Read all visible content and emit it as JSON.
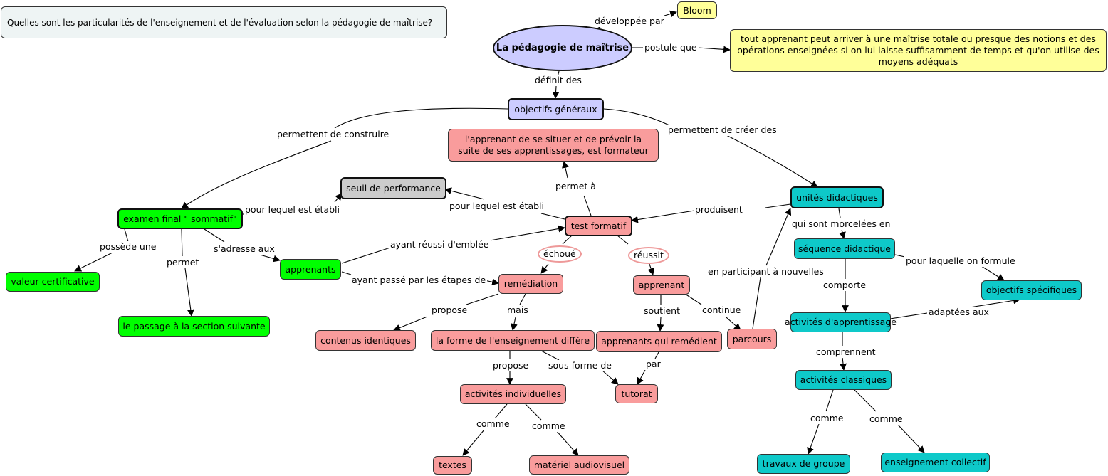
{
  "question": "Quelles sont les particularités de l'enseignement et de l'évaluation selon la pédagogie de maîtrise?",
  "nodes": {
    "pedagogie": "La pédagogie de maîtrise",
    "bloom": "Bloom",
    "postulat": "tout apprenant peut arriver à une maîtrise totale ou presque des notions et des opérations enseignées si on lui laisse suffisamment de temps et qu'on utilise des moyens adéquats",
    "objectifs_generaux": "objectifs généraux",
    "apprenant_situer": "l'apprenant de se situer et de prévoir la suite de ses apprentissages, est formateur",
    "seuil": "seuil de performance",
    "examen_final": "examen final \" sommatif\"",
    "valeur": "valeur certificative",
    "passage": "le passage à la section suivante",
    "apprenants": "apprenants",
    "test_formatif": "test formatif",
    "remediation": "remédiation",
    "apprenant": "apprenant",
    "contenus": "contenus identiques",
    "forme": "la forme de l'enseignement diffère",
    "apprenants_remedient": "apprenants qui remédient",
    "parcours": "parcours",
    "activites_indiv": "activités individuelles",
    "tutorat": "tutorat",
    "textes": "textes",
    "materiel": "matériel audiovisuel",
    "unites": "unités didactiques",
    "sequence": "séquence didactique",
    "obj_specifiques": "objectifs spécifiques",
    "activites_app": "activités d'apprentissage",
    "activites_classiques": "activités classiques",
    "travaux": "travaux de groupe",
    "enseignement_collectif": "enseignement collectif"
  },
  "links": {
    "developpee_par": "développée par",
    "postule_que": "postule que",
    "definit_des": "définit des",
    "permettent_construire": "permettent de construire",
    "permettent_creer": "permettent de créer des",
    "permet_a": "permet à",
    "pour_lequel_1": "pour lequel est établi",
    "pour_lequel_2": "pour lequel est établi",
    "produisent": "produisent",
    "possede_une": "possède une",
    "permet": "permet",
    "s_adresse_aux": "s'adresse aux",
    "ayant_reussi": "ayant réussi d'emblée",
    "ayant_passe": "ayant passé par les étapes de",
    "echoue": "échoué",
    "reussit": "réussit",
    "propose_1": "propose",
    "mais": "mais",
    "soutient": "soutient",
    "continue": "continue",
    "propose_2": "propose",
    "sous_forme_de": "sous forme de",
    "par": "par",
    "comme_1": "comme",
    "comme_2": "comme",
    "en_participant": "en participant à nouvelles",
    "qui_sont_morcelees": "qui sont morcelées en",
    "pour_laquelle": "pour laquelle on formule",
    "comporte": "comporte",
    "adaptees_aux": "adaptées aux",
    "comprennent": "comprennent",
    "comme_3": "comme",
    "comme_4": "comme"
  },
  "colors": {
    "pink": "#f99c9c",
    "green": "#00ff00",
    "teal": "#0ec9c9",
    "lavender": "#ccccff",
    "yellow": "#ffff99",
    "grey": "#cccccc"
  }
}
